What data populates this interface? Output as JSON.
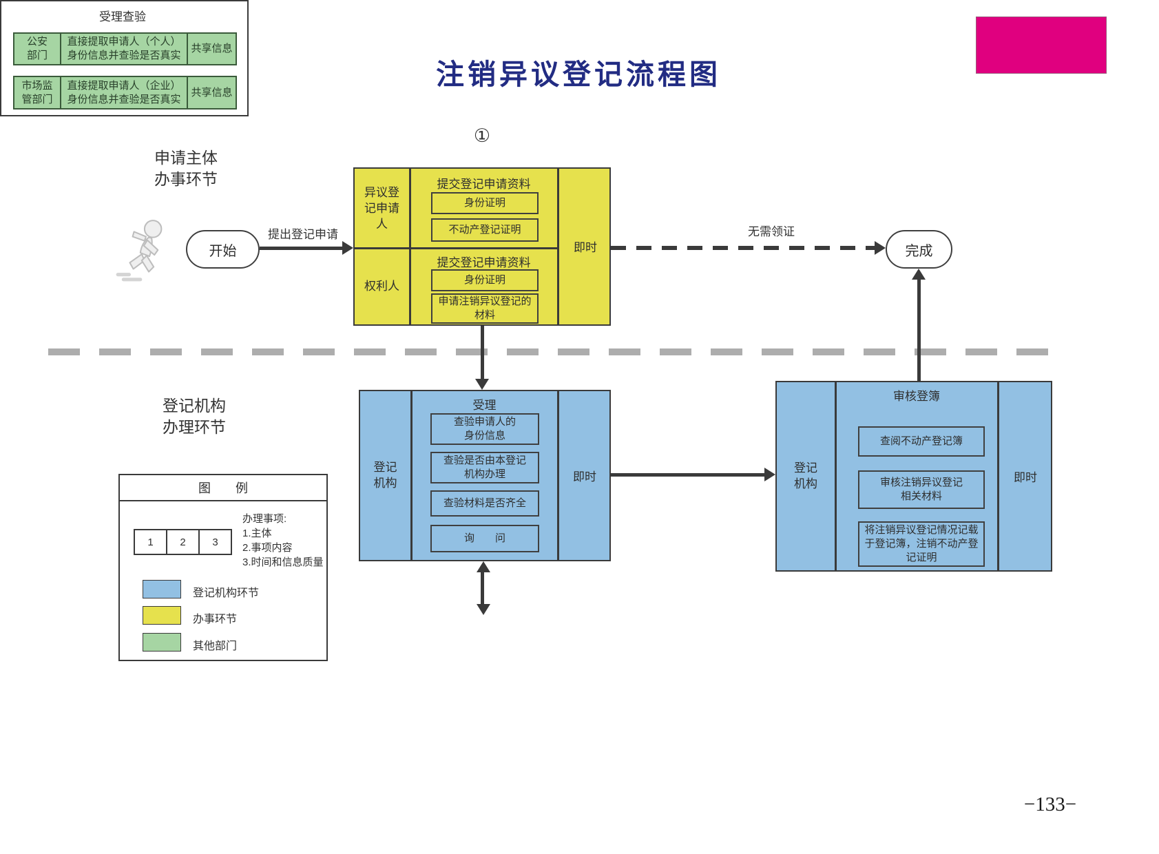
{
  "title": "注销异议登记流程图",
  "page_number": "−133−",
  "step_marker": "①",
  "lanes": {
    "applicant": "申请主体\n办事环节",
    "registry": "登记机构\n办理环节"
  },
  "start_node": "开始",
  "finish_node": "完成",
  "edges": {
    "submit": "提出登记申请",
    "no_cert": "无需领证"
  },
  "apply_box": {
    "rows": [
      {
        "actor": "异议登\n记申请\n人",
        "header": "提交登记申请资料",
        "items": [
          "身份证明",
          "不动产登记证明"
        ]
      },
      {
        "actor": "权利人",
        "header": "提交登记申请资料",
        "items": [
          "身份证明",
          "申请注销异议登记的\n材料"
        ]
      }
    ],
    "time": "即时"
  },
  "accept_box": {
    "actor": "登记\n机构",
    "header": "受理",
    "items": [
      "查验申请人的\n身份信息",
      "查验是否由本登记\n机构办理",
      "查验材料是否齐全",
      "询　　问"
    ],
    "time": "即时"
  },
  "review_box": {
    "actor": "登记\n机构",
    "header": "审核登簿",
    "items": [
      "查阅不动产登记簿",
      "审核注销异议登记\n相关材料",
      "将注销异议登记情况记载\n于登记簿，注销不动产登\n记证明"
    ],
    "time": "即时"
  },
  "verify_box": {
    "title": "受理查验",
    "rows": [
      {
        "dept": "公安\n部门",
        "action": "直接提取申请人（个人）\n身份信息并查验是否真实",
        "share": "共享信息"
      },
      {
        "dept": "市场监\n管部门",
        "action": "直接提取申请人（企业）\n身份信息并查验是否真实",
        "share": "共享信息"
      }
    ]
  },
  "legend": {
    "title": "图　　例",
    "cells": [
      "1",
      "2",
      "3"
    ],
    "note": "办理事项:\n1.主体\n2.事项内容\n3.时间和信息质量",
    "entries": [
      {
        "label": "登记机构环节",
        "color": "#92c0e3"
      },
      {
        "label": "办事环节",
        "color": "#e6e14d"
      },
      {
        "label": "其他部门",
        "color": "#a6d5a3"
      }
    ]
  },
  "colors": {
    "registry_step": "#92c0e3",
    "applicant_step": "#e6e14d",
    "other_dept": "#a6d5a3",
    "banner": "#e0007f",
    "title_text": "#222c83",
    "line": "#3a3a3a",
    "lane_divider": "#adadad"
  }
}
